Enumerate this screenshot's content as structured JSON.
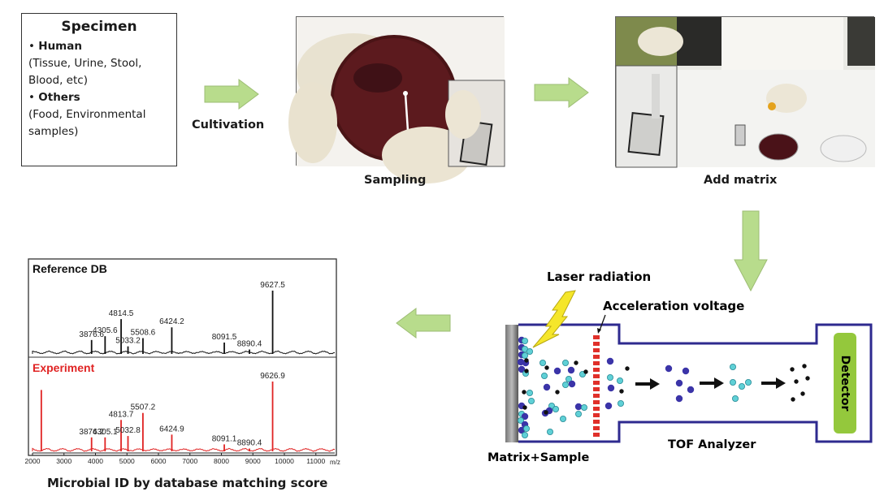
{
  "specimen": {
    "title": "Specimen",
    "items": [
      {
        "bullet": "•",
        "heading": "Human",
        "detail_lines": [
          "(Tissue, Urine, Stool,",
          "Blood, etc)"
        ]
      },
      {
        "bullet": "•",
        "heading": "Others",
        "detail_lines": [
          "(Food, Environmental",
          "samples)"
        ]
      }
    ]
  },
  "steps": {
    "cultivation": "Cultivation",
    "sampling": "Sampling",
    "add_matrix": "Add matrix",
    "final": "Microbial ID by database matching score"
  },
  "arrows": {
    "color": "#b8dc8c",
    "edge_color": "#9dbd74"
  },
  "maldi": {
    "laser_label": "Laser radiation",
    "accel_label": "Acceleration voltage",
    "sample_label": "Matrix+Sample",
    "analyzer_label": "TOF Analyzer",
    "detector_label": "Detector",
    "colors": {
      "tube": "#2e2a8f",
      "grid": "#e0302a",
      "detector": "#94c83c",
      "laser": "#f5e62a",
      "ion_blue": "#3b34a8",
      "ion_cyan": "#5fd0d6",
      "ion_black": "#111111"
    }
  },
  "chart_data": {
    "type": "line",
    "xlabel": "m/z",
    "x_ticks": [
      2000,
      3000,
      4000,
      5000,
      6000,
      7000,
      8000,
      9000,
      10000,
      11000
    ],
    "xlim": [
      2000,
      11600
    ],
    "grid": false,
    "series": [
      {
        "name": "Reference DB",
        "color": "#111111",
        "peaks": [
          {
            "mz": 3876.6,
            "rel": 0.22,
            "label": "3876.6"
          },
          {
            "mz": 4305.6,
            "rel": 0.28,
            "label": "4305.6"
          },
          {
            "mz": 4814.5,
            "rel": 0.55,
            "label": "4814.5"
          },
          {
            "mz": 5033.2,
            "rel": 0.12,
            "label": "5033.2"
          },
          {
            "mz": 5508.6,
            "rel": 0.25,
            "label": "5508.6"
          },
          {
            "mz": 6424.2,
            "rel": 0.42,
            "label": "6424.2"
          },
          {
            "mz": 8091.5,
            "rel": 0.18,
            "label": "8091.5"
          },
          {
            "mz": 8890.4,
            "rel": 0.07,
            "label": "8890.4"
          },
          {
            "mz": 9627.5,
            "rel": 1.0,
            "label": "9627.5"
          }
        ]
      },
      {
        "name": "Experiment",
        "color": "#e02424",
        "peaks": [
          {
            "mz": 2280,
            "rel": 0.88,
            "label": ""
          },
          {
            "mz": 3876.2,
            "rel": 0.2,
            "label": "3876.2"
          },
          {
            "mz": 4305.1,
            "rel": 0.2,
            "label": "4305.1"
          },
          {
            "mz": 4813.7,
            "rel": 0.45,
            "label": "4813.7"
          },
          {
            "mz": 5032.8,
            "rel": 0.22,
            "label": "5032.8"
          },
          {
            "mz": 5507.2,
            "rel": 0.55,
            "label": "5507.2"
          },
          {
            "mz": 6424.9,
            "rel": 0.24,
            "label": "6424.9"
          },
          {
            "mz": 8091.1,
            "rel": 0.1,
            "label": "8091.1"
          },
          {
            "mz": 8890.4,
            "rel": 0.04,
            "label": "8890.4"
          },
          {
            "mz": 9626.9,
            "rel": 1.0,
            "label": "9626.9"
          }
        ]
      }
    ]
  }
}
